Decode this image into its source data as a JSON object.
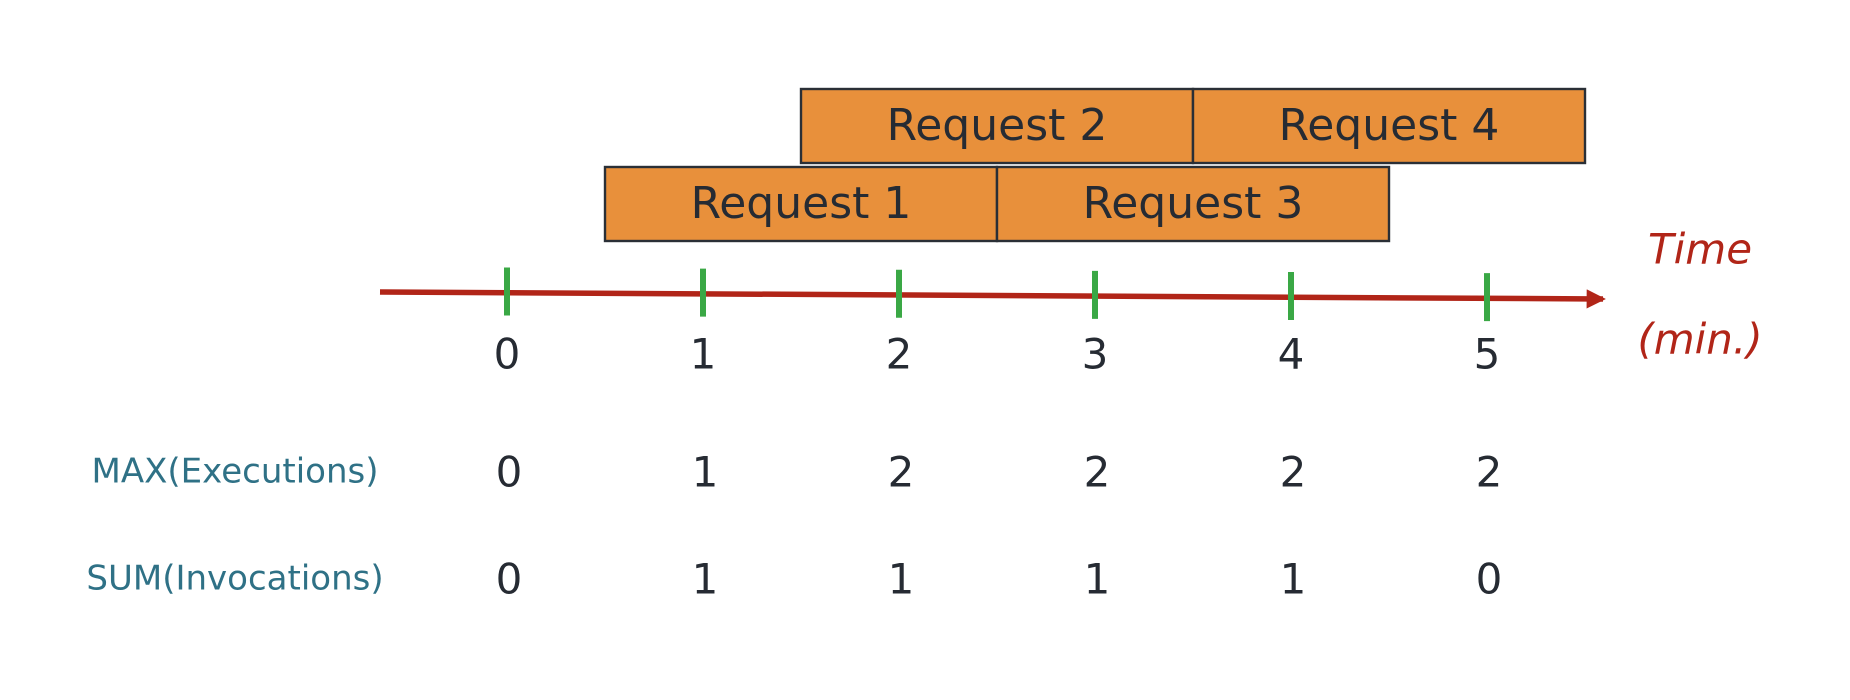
{
  "chart_data": {
    "type": "timeline",
    "axis": {
      "title_line1": "Time",
      "title_line2": "(min.)",
      "ticks": [
        "0",
        "1",
        "2",
        "3",
        "4",
        "5"
      ],
      "axis_color": "#b12518",
      "tick_color": "#3aa845"
    },
    "requests": [
      {
        "label": "Request 1",
        "start": 0.5,
        "end": 2.5,
        "lane": 1
      },
      {
        "label": "Request 2",
        "start": 1.5,
        "end": 3.5,
        "lane": 2
      },
      {
        "label": "Request 3",
        "start": 2.5,
        "end": 4.5,
        "lane": 1
      },
      {
        "label": "Request 4",
        "start": 3.5,
        "end": 5.5,
        "lane": 2
      }
    ],
    "metrics": [
      {
        "name": "MAX(Executions)",
        "values": [
          "0",
          "1",
          "2",
          "2",
          "2",
          "2"
        ]
      },
      {
        "name": "SUM(Invocations)",
        "values": [
          "0",
          "1",
          "1",
          "1",
          "1",
          "0"
        ]
      }
    ],
    "colors": {
      "request_fill": "#e8903b",
      "row_label": "#2f7186",
      "text": "#262b33"
    }
  }
}
